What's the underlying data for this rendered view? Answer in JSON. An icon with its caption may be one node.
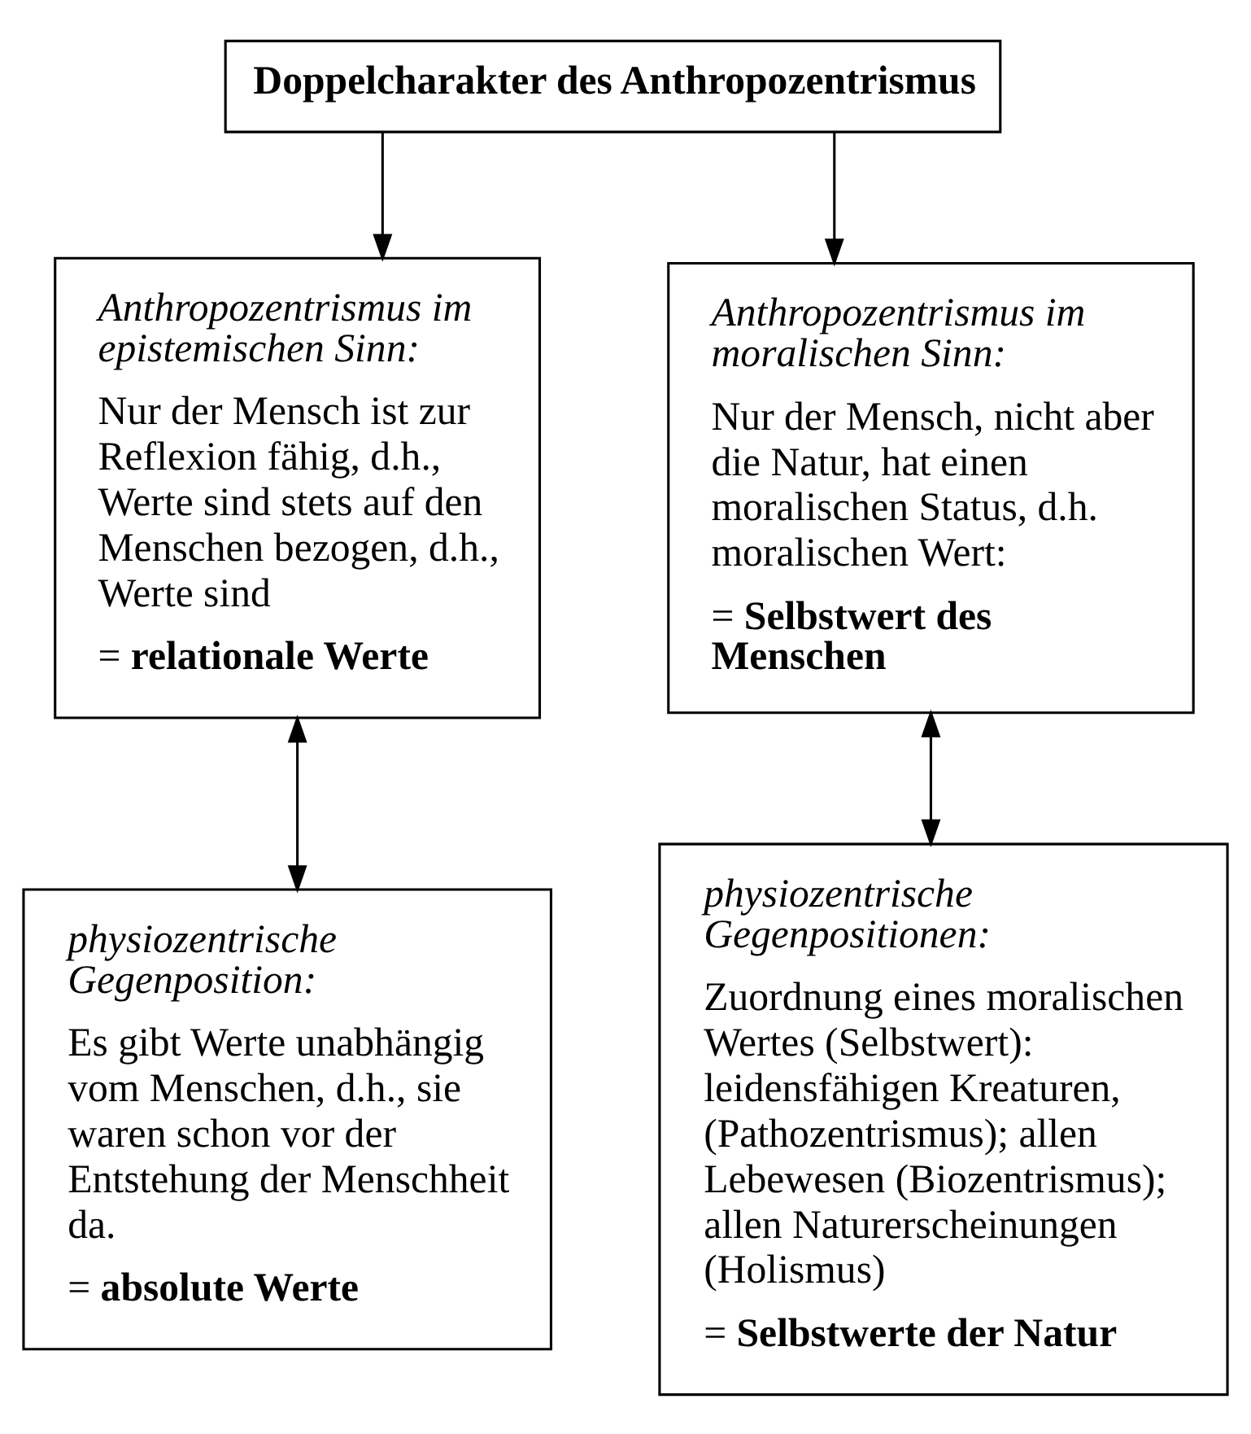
{
  "diagram": {
    "nodes": [
      {
        "text": [
          "Doppelcharakter des Anthropozentrismus"
        ]
      },
      {
        "text": [
          "Anthropozentrismus im epistemischen Sinn:",
          "Nur der Mensch ist zur Reflexion fähig, d.h., Werte sind stets auf den Menschen bezogen, d.h., Werte sind",
          "= **relationale Werte**"
        ]
      },
      {
        "text": [
          "Anthropozentrismus im moralischen Sinn:",
          "Nur der Mensch, nicht aber die Natur, hat einen moralischen Status, d.h. moralischen Wert:",
          "= **Selbstwert des Menschen**"
        ]
      },
      {
        "text": [
          "physiozentrische Gegenposition:",
          "Es gibt Werte unabhängig vom Menschen, d.h., sie waren schon vor der Entstehung der Menschheit da.",
          "= **absolute Werte**"
        ]
      },
      {
        "text": [
          "physiozentrische Gegenpositionen:",
          "Zuordnung eines moralischen Wertes (Selbstwert): leidensfähigen Kreaturen, (Pathozentrismus); allen Lebewesen (Biozentrismus); allen Naturerscheinungen (Holismus)",
          "= **Selbstwerte der Natur**"
        ]
      }
    ],
    "edges": [
      {
        "from": 0,
        "to": 1,
        "arrow": "to"
      },
      {
        "from": 0,
        "to": 2,
        "arrow": "to"
      },
      {
        "from": 1,
        "to": 3,
        "arrow": "both"
      },
      {
        "from": 2,
        "to": 4,
        "arrow": "both"
      }
    ]
  }
}
